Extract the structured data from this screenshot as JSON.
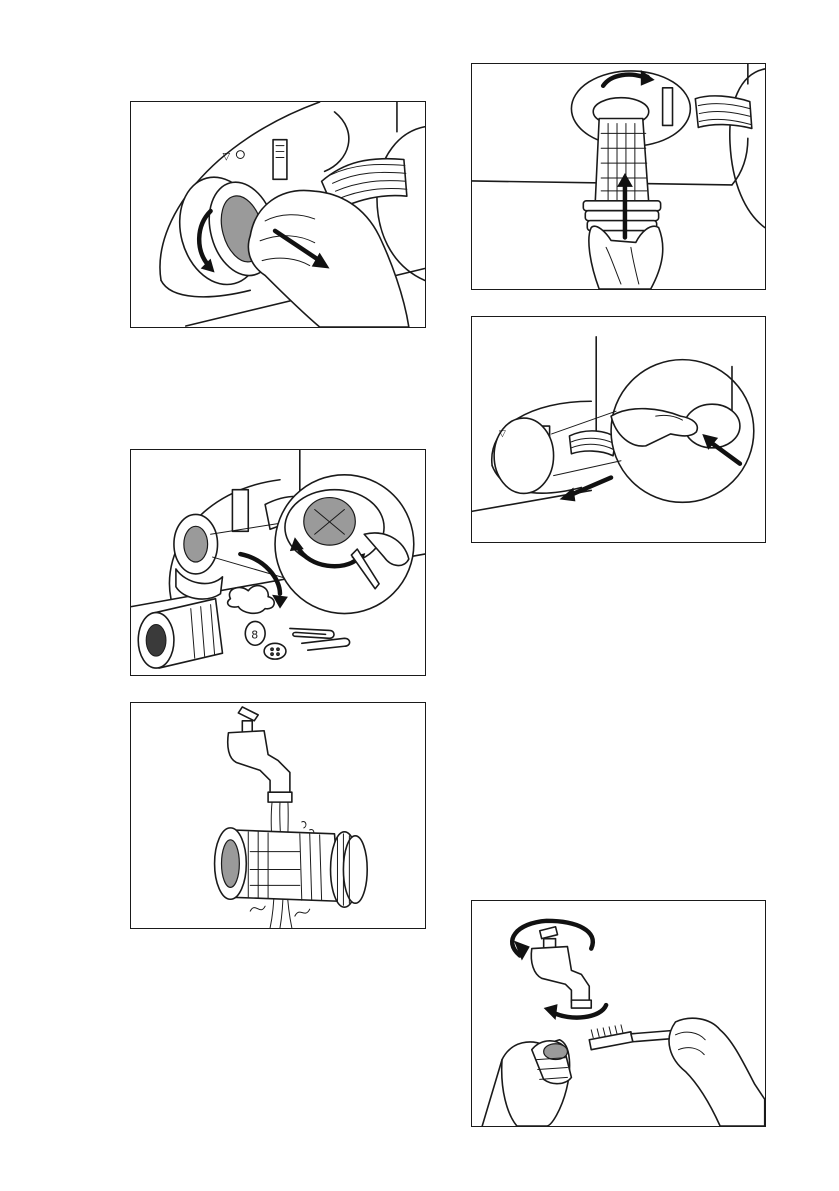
{
  "document": {
    "type": "appliance-manual-illustrations",
    "panel_count": 6
  },
  "panels": [
    {
      "id": "panel-1",
      "icon": "unscrew-pump-filter-illustration"
    },
    {
      "id": "panel-2",
      "icon": "clean-pump-filter-housing-illustration"
    },
    {
      "id": "panel-3",
      "icon": "rinse-filter-under-tap-illustration"
    },
    {
      "id": "panel-4",
      "icon": "insert-pump-filter-illustration"
    },
    {
      "id": "panel-5",
      "icon": "close-filter-cap-illustration"
    },
    {
      "id": "panel-6",
      "icon": "clean-inlet-hose-filter-illustration"
    }
  ],
  "colors": {
    "line": "#1a1a1a",
    "shade": "#9a9a9a",
    "background": "#ffffff"
  }
}
